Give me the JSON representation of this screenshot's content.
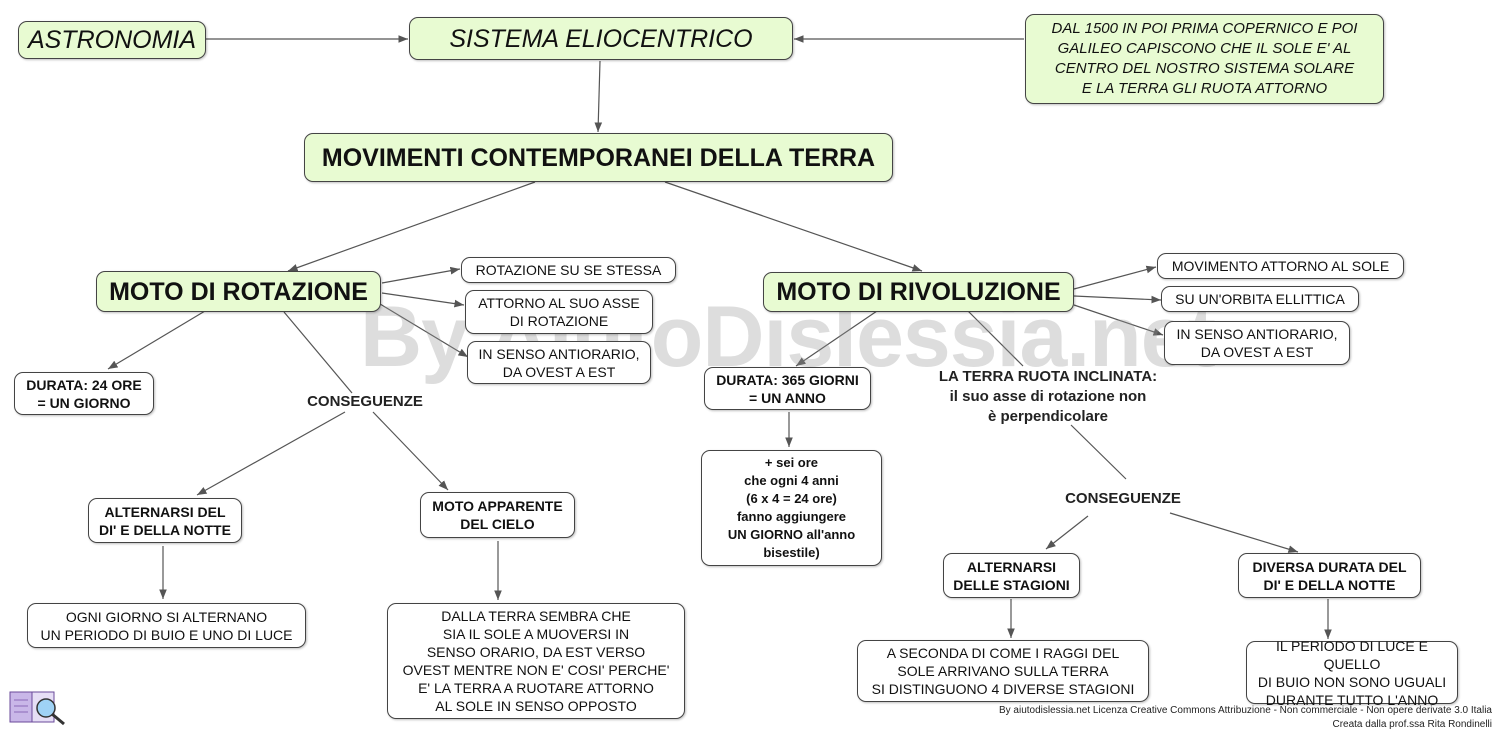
{
  "nodes": {
    "astronomia": "ASTRONOMIA",
    "sistema": "SISTEMA ELIOCENTRICO",
    "copernico": "DAL 1500 IN POI PRIMA COPERNICO E POI\nGALILEO CAPISCONO CHE IL SOLE E' AL\nCENTRO DEL NOSTRO SISTEMA SOLARE\nE LA TERRA GLI RUOTA ATTORNO",
    "movimenti": "MOVIMENTI CONTEMPORANEI DELLA TERRA",
    "rotazione": "MOTO DI ROTAZIONE",
    "rivoluzione": "MOTO DI RIVOLUZIONE",
    "rot_su_se": "ROTAZIONE SU SE STESSA",
    "rot_asse": "ATTORNO AL SUO ASSE\nDI ROTAZIONE",
    "rot_senso": "IN SENSO ANTIORARIO,\nDA OVEST A EST",
    "rot_durata": "DURATA: 24 ORE\n= UN GIORNO",
    "riv_movimento": "MOVIMENTO ATTORNO AL SOLE",
    "riv_orbita": "SU UN'ORBITA ELLITTICA",
    "riv_senso": "IN SENSO ANTIORARIO,\nDA OVEST A EST",
    "riv_durata": "DURATA: 365 GIORNI\n= UN ANNO",
    "sei_ore": "+ sei ore\nche ogni 4 anni\n(6 x 4 = 24 ore)\nfanno aggiungere\nUN GIORNO all'anno\nbisestile)",
    "alternarsi_di": "ALTERNARSI DEL\nDI' E DELLA NOTTE",
    "moto_apparente": "MOTO APPARENTE\nDEL CIELO",
    "ogni_giorno": "OGNI GIORNO SI ALTERNANO\nUN PERIODO DI BUIO E UNO DI LUCE",
    "dalla_terra": "DALLA TERRA SEMBRA CHE\nSIA IL SOLE A MUOVERSI IN\nSENSO ORARIO, DA EST VERSO\nOVEST MENTRE NON E' COSI' PERCHE'\nE' LA TERRA A RUOTARE ATTORNO\nAL SOLE IN SENSO OPPOSTO",
    "alternarsi_stagioni": "ALTERNARSI\nDELLE STAGIONI",
    "diversa_durata": "DIVERSA DURATA DEL\nDI' E DELLA NOTTE",
    "a_seconda": "A SECONDA DI COME I RAGGI DEL\nSOLE ARRIVANO SULLA TERRA\nSI DISTINGUONO 4 DIVERSE STAGIONI",
    "periodo_luce": "IL PERIODO DI LUCE E QUELLO\nDI BUIO NON SONO UGUALI\nDURANTE TUTTO L'ANNO"
  },
  "labels": {
    "conseguenze_rot": "CONSEGUENZE",
    "terra_inclinata": "LA TERRA RUOTA INCLINATA:\nil suo asse di rotazione non\nè perpendicolare",
    "conseguenze_riv": "CONSEGUENZE"
  },
  "watermark": "By AiutoDislessia.net",
  "footer": {
    "license": "By aiutodislessia.net Licenza Creative Commons Attribuzione - Non commerciale - Non opere derivate 3.0 Italia",
    "author": "Creata dalla prof.ssa Rita Rondinelli"
  },
  "colors": {
    "main_node_fill": "#e8fbd2",
    "node_fill": "#ffffff",
    "border": "#444444",
    "arrow": "#555555"
  },
  "icons": {
    "logo": "book-magnifier-logo-icon"
  }
}
